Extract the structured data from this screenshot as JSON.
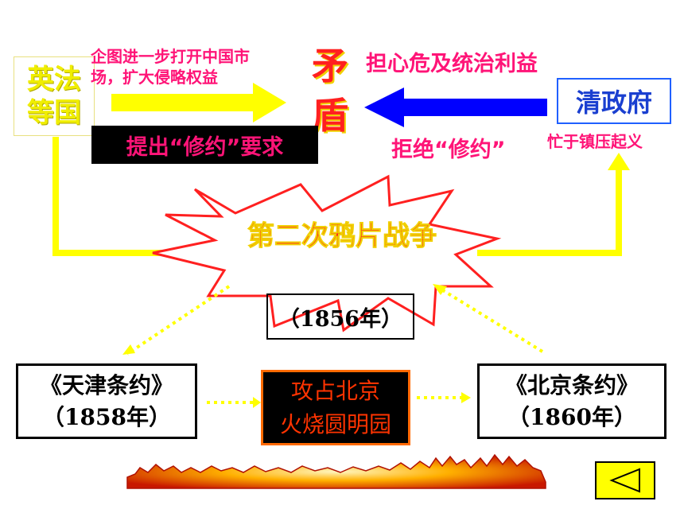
{
  "powers": {
    "label_line1": "英法",
    "label_line2": "等国"
  },
  "qing": {
    "label": "清政府"
  },
  "powers_goal": {
    "line1": "企图进一步打开中国市",
    "line2": "场，扩大侵略权益"
  },
  "contradiction": {
    "char1": "矛",
    "char2": "盾"
  },
  "qing_worry": "担心危及统治利益",
  "powers_demand": "提出“修约”要求",
  "qing_refuse": "拒绝“修约”",
  "qing_busy": "忙于镇压起义",
  "war": {
    "title": "第二次鸦片战争",
    "year": "（1856年）"
  },
  "treaty_tianjin": {
    "name": "《天津条约》",
    "year": "（1858年）"
  },
  "capture": {
    "line1": "攻占北京",
    "line2": "火烧圆明园"
  },
  "treaty_beijing": {
    "name": "《北京条约》",
    "year": "（1860年）"
  },
  "colors": {
    "yellow": "#ffff00",
    "blue": "#0000ff",
    "magenta": "#ff1477",
    "red": "#ff2020"
  },
  "icons": {
    "back": "triangle-left-icon",
    "fire": "flame-banner"
  }
}
